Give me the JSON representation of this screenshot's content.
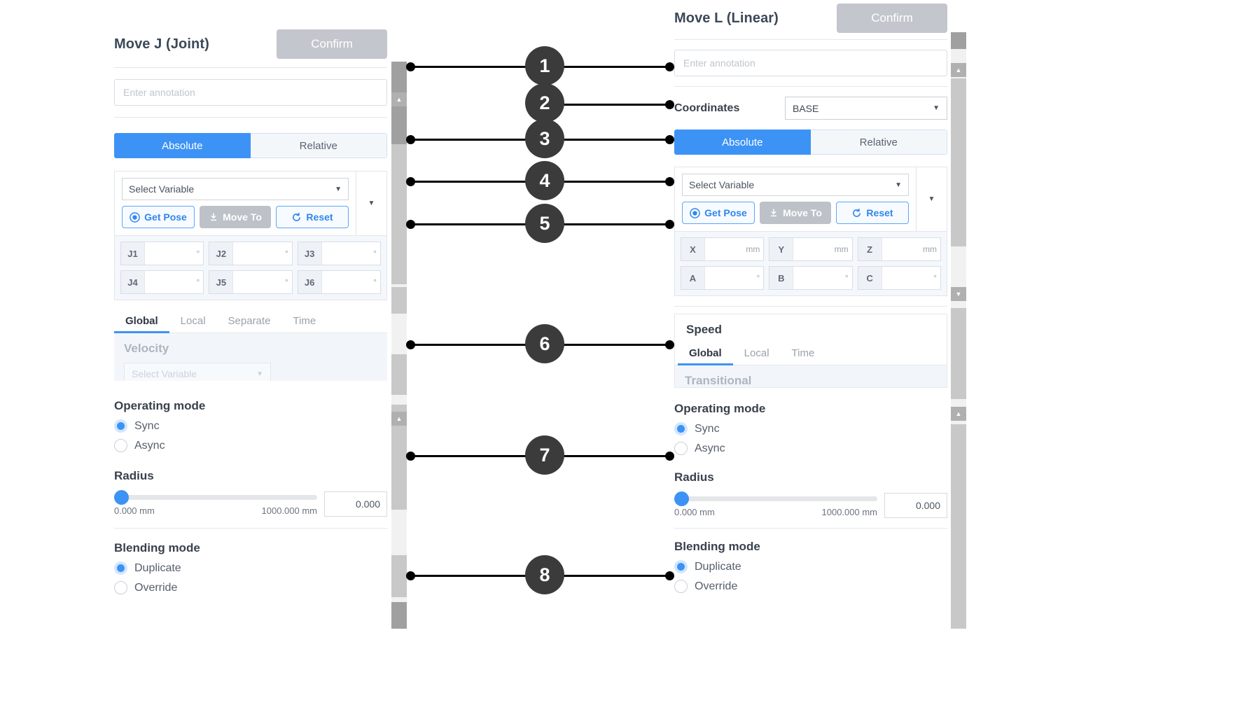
{
  "left_panel": {
    "title": "Move J (Joint)",
    "confirm_label": "Confirm",
    "annotation_placeholder": "Enter annotation",
    "mode_tabs": {
      "absolute": "Absolute",
      "relative": "Relative",
      "selected": "Absolute"
    },
    "variable_select": "Select Variable",
    "actions": {
      "get_pose": "Get Pose",
      "move_to": "Move To",
      "reset": "Reset"
    },
    "joint_fields": [
      {
        "key": "J1",
        "value": "",
        "unit": "°"
      },
      {
        "key": "J2",
        "value": "",
        "unit": "°"
      },
      {
        "key": "J3",
        "value": "",
        "unit": "°"
      },
      {
        "key": "J4",
        "value": "",
        "unit": "°"
      },
      {
        "key": "J5",
        "value": "",
        "unit": "°"
      },
      {
        "key": "J6",
        "value": "",
        "unit": "°"
      }
    ],
    "speed_tabs": [
      "Global",
      "Local",
      "Separate",
      "Time"
    ],
    "speed_tab_selected": "Global",
    "velocity_label": "Velocity",
    "velocity_select": "Select Variable",
    "operating_mode": {
      "title": "Operating mode",
      "options": [
        "Sync",
        "Async"
      ],
      "selected": "Sync"
    },
    "radius": {
      "title": "Radius",
      "min_label": "0.000 mm",
      "max_label": "1000.000 mm",
      "value": "0.000"
    },
    "blending_mode": {
      "title": "Blending mode",
      "options": [
        "Duplicate",
        "Override"
      ],
      "selected": "Duplicate"
    }
  },
  "right_panel": {
    "title": "Move L (Linear)",
    "confirm_label": "Confirm",
    "annotation_placeholder": "Enter annotation",
    "coordinates_label": "Coordinates",
    "coordinates_value": "BASE",
    "mode_tabs": {
      "absolute": "Absolute",
      "relative": "Relative",
      "selected": "Absolute"
    },
    "variable_select": "Select Variable",
    "actions": {
      "get_pose": "Get Pose",
      "move_to": "Move To",
      "reset": "Reset"
    },
    "pose_fields": [
      {
        "key": "X",
        "value": "",
        "unit": "mm"
      },
      {
        "key": "Y",
        "value": "",
        "unit": "mm"
      },
      {
        "key": "Z",
        "value": "",
        "unit": "mm"
      },
      {
        "key": "A",
        "value": "",
        "unit": "°"
      },
      {
        "key": "B",
        "value": "",
        "unit": "°"
      },
      {
        "key": "C",
        "value": "",
        "unit": "°"
      }
    ],
    "speed_card_title": "Speed",
    "speed_tabs": [
      "Global",
      "Local",
      "Time"
    ],
    "speed_tab_selected": "Global",
    "transitional_label": "Transitional",
    "operating_mode": {
      "title": "Operating mode",
      "options": [
        "Sync",
        "Async"
      ],
      "selected": "Sync"
    },
    "radius": {
      "title": "Radius",
      "min_label": "0.000 mm",
      "max_label": "1000.000 mm",
      "value": "0.000"
    },
    "blending_mode": {
      "title": "Blending mode",
      "options": [
        "Duplicate",
        "Override"
      ],
      "selected": "Duplicate"
    }
  },
  "callouts": [
    {
      "number": "1"
    },
    {
      "number": "2"
    },
    {
      "number": "3"
    },
    {
      "number": "4"
    },
    {
      "number": "5"
    },
    {
      "number": "6"
    },
    {
      "number": "7"
    },
    {
      "number": "8"
    }
  ],
  "colors": {
    "accent_blue": "#3d93f5",
    "callout_dark": "#3b3b3b",
    "disabled_gray": "#c3c6cd",
    "panel_bg": "#ffffff"
  }
}
